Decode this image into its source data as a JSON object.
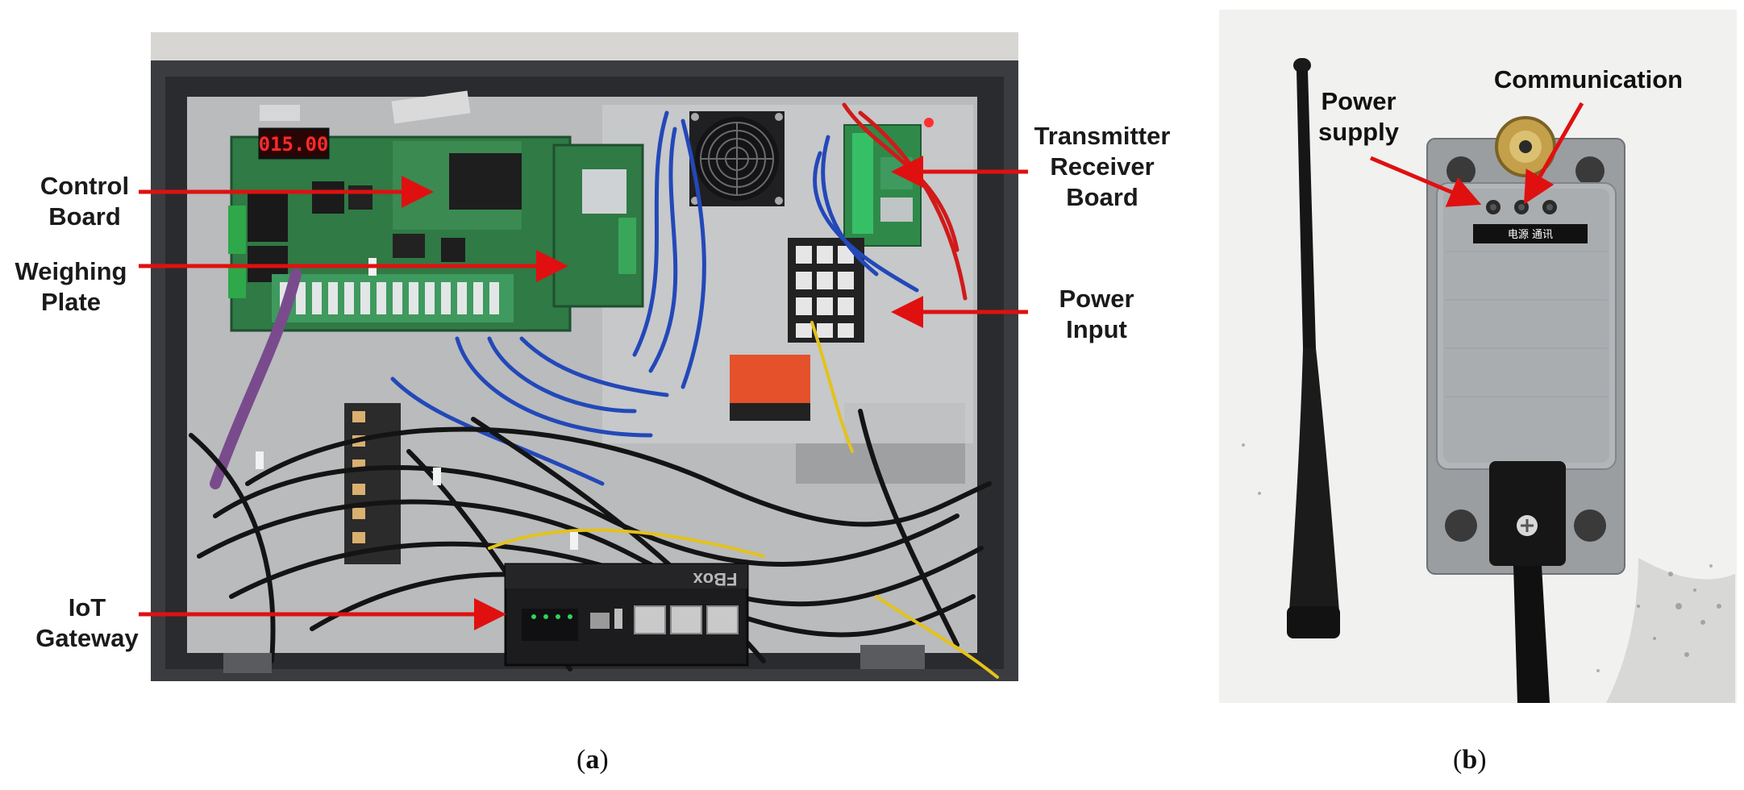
{
  "panel_a": {
    "labels": {
      "control_board": [
        "Control",
        "Board"
      ],
      "weighing_plate": [
        "Weighing",
        "Plate"
      ],
      "iot_gateway": [
        "IoT",
        "Gateway"
      ],
      "transmitter_receiver": [
        "Transmitter",
        "Receiver",
        "Board"
      ],
      "power_input": [
        "Power",
        "Input"
      ]
    },
    "display_reading": "015.00",
    "gateway_brand": "FBox",
    "caption": {
      "open": "(",
      "letter": "a",
      "close": ")"
    }
  },
  "panel_b": {
    "labels": {
      "power_supply": [
        "Power",
        "supply"
      ],
      "communication": [
        "Communication"
      ]
    },
    "device_plate": "电源  通讯",
    "caption": {
      "open": "(",
      "letter": "b",
      "close": ")"
    }
  },
  "colors": {
    "arrow": "#e01010",
    "cabinet_frame": "#3a3c40",
    "pcb_green": "#2f7a45",
    "wire_blue": "#2348b8",
    "aluminium": "#a9adb0"
  }
}
